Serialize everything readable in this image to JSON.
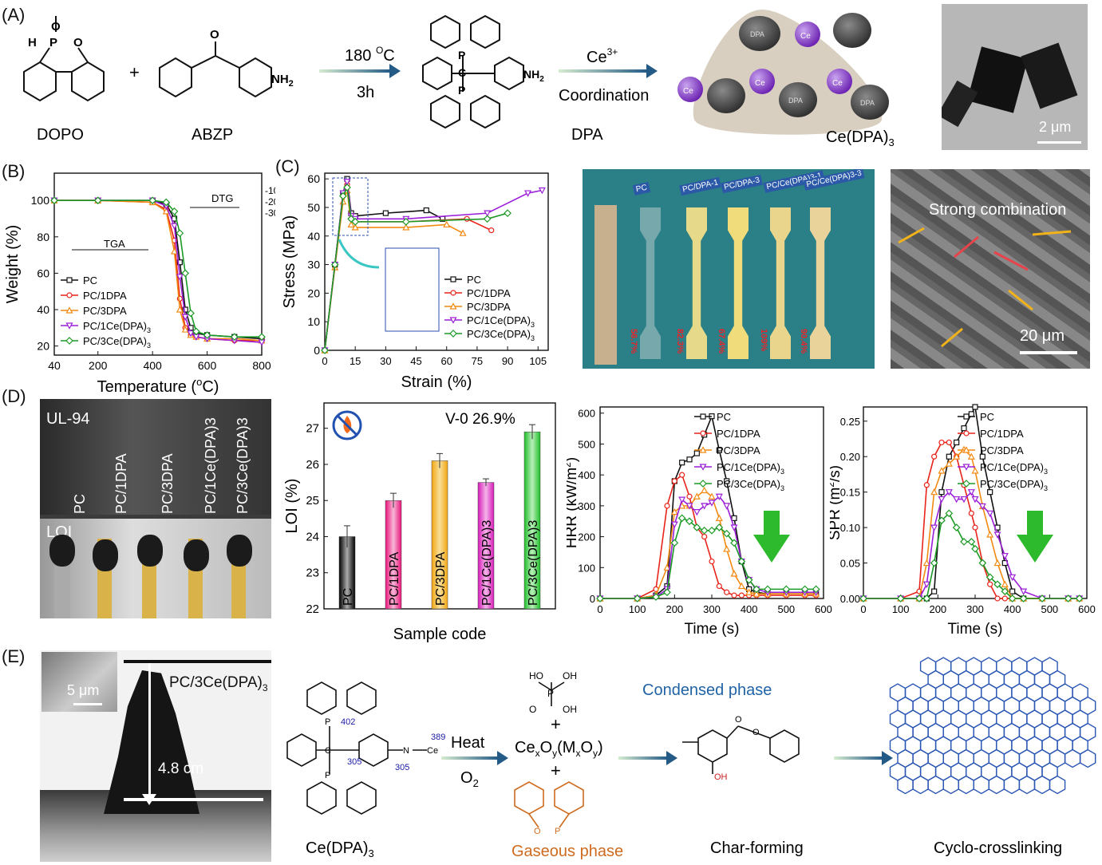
{
  "panels": {
    "A": "(A)",
    "B": "(B)",
    "C": "(C)",
    "D": "(D)",
    "E": "(E)"
  },
  "colors": {
    "PC": "#111111",
    "1DPA": "#e8231a",
    "3DPA": "#f28a12",
    "1Ce": "#9b1fd8",
    "3Ce": "#1c9a26"
  },
  "panelA": {
    "dopo": "DOPO",
    "abzp": "ABZP",
    "dpa": "DPA",
    "cedpa": "Ce(DPA)",
    "cedpa_sub": "3",
    "plus": "+",
    "temp": "180 ",
    "temp_sup": "O",
    "temp_unit": "C",
    "time": "3h",
    "ce3": "Ce",
    "ce3_sup": "3+",
    "coordination": "Coordination",
    "ce_label": "Ce",
    "dpa_label": "DPA",
    "nh2": "NH",
    "nh2_sub": "2",
    "scale": "2 μm",
    "atom_P": "P",
    "atom_O": "O",
    "atom_H": "H",
    "atom_C": "C"
  },
  "panelB": {
    "xlabel": "Temperature (",
    "xlabel_sup": "o",
    "xlabel_end": "C)",
    "ylabel": "Weight (%)",
    "tga": "TGA",
    "dtg": "DTG",
    "legend": [
      {
        "name": "PC",
        "sub": ""
      },
      {
        "name": "PC/1DPA",
        "sub": ""
      },
      {
        "name": "PC/3DPA",
        "sub": ""
      },
      {
        "name": "PC/1Ce(DPA)",
        "sub": "3"
      },
      {
        "name": "PC/3Ce(DPA)",
        "sub": "3"
      }
    ]
  },
  "panelC": {
    "xlabel": "Strain (%)",
    "ylabel": "Stress (MPa)",
    "legend": [
      {
        "name": "PC",
        "sub": ""
      },
      {
        "name": "PC/1DPA",
        "sub": ""
      },
      {
        "name": "PC/3DPA",
        "sub": ""
      },
      {
        "name": "PC/1Ce(DPA)",
        "sub": "3"
      },
      {
        "name": "PC/3Ce(DPA)",
        "sub": "3"
      }
    ],
    "tags": [
      "PC",
      "PC/DPA-1",
      "PC/DPA-3",
      "PC/Ce(DPA)3-1",
      "PC/Ce(DPA)3-3"
    ],
    "elong": [
      "56.7%",
      "82.3%",
      "67.4%",
      "109%",
      "90.4%"
    ],
    "sem_text": "Strong combination",
    "sem_scale": "20 μm"
  },
  "panelD": {
    "ul94": "UL-94",
    "loi_photo": "LOI",
    "photo_labels": [
      "PC",
      "PC/1DPA",
      "PC/3DPA",
      "PC/1Ce(DPA)3",
      "PC/3Ce(DPA)3"
    ],
    "v0": "V-0 26.9%",
    "xlabel": "Sample code",
    "ylabel": "LOI (%)",
    "hrr_xlabel": "Time (s)",
    "hrr_ylabel": "HRR (kW/m",
    "hrr_ylabel_sup": "2",
    "hrr_ylabel_end": ")",
    "spr_xlabel": "Time (s)",
    "spr_ylabel": "SPR (m",
    "spr_ylabel_sup": "2",
    "spr_ylabel_end": "/s)",
    "legend": [
      {
        "name": "PC",
        "sub": ""
      },
      {
        "name": "PC/1DPA",
        "sub": ""
      },
      {
        "name": "PC/3DPA",
        "sub": ""
      },
      {
        "name": "PC/1Ce(DPA)",
        "sub": "3"
      },
      {
        "name": "PC/3Ce(DPA)",
        "sub": "3"
      }
    ]
  },
  "panelE": {
    "sample": "PC/3Ce(DPA)",
    "sample_sub": "3",
    "height": "4.8 cm",
    "scale": "5 μm",
    "cedpa": "Ce(DPA)",
    "cedpa_sub": "3",
    "heat": "Heat",
    "o2": "O",
    "o2_sub": "2",
    "cexoy": "Ce",
    "cexoy_rest": "x",
    "cexoy_o": "O",
    "cexoy_y": "y",
    "cexoy_m": "(M",
    "cexoy_mx": "x",
    "cexoy_mo": "O",
    "cexoy_my": "y",
    "cexoy_end": ")",
    "plus": "+",
    "condensed": "Condensed phase",
    "gaseous": "Gaseous phase",
    "char": "Char-forming",
    "cyclo": "Cyclo-crosslinking",
    "bde": [
      "402",
      "389",
      "305",
      "305"
    ],
    "atom_HO": "HO",
    "atom_OH": "OH",
    "atom_O": "O",
    "atom_P": "P",
    "atom_N": "N",
    "atom_H": "H",
    "atom_Ce": "Ce",
    "atom_C": "C"
  },
  "chart_data": [
    {
      "type": "line",
      "id": "B-TGA",
      "xlabel": "Temperature (oC)",
      "ylabel": "Weight (%)",
      "xlim": [
        40,
        800
      ],
      "ylim": [
        15,
        115
      ],
      "x": [
        40,
        200,
        400,
        450,
        480,
        500,
        520,
        540,
        560,
        600,
        700,
        800
      ],
      "series": [
        {
          "name": "PC",
          "values": [
            100,
            100,
            100,
            98,
            90,
            66,
            40,
            30,
            27,
            26,
            25,
            24
          ]
        },
        {
          "name": "PC/1DPA",
          "values": [
            100,
            100,
            99,
            95,
            78,
            46,
            30,
            26,
            25,
            24,
            23,
            23
          ]
        },
        {
          "name": "PC/3DPA",
          "values": [
            100,
            100,
            99,
            94,
            72,
            40,
            29,
            26,
            25,
            24,
            24,
            23
          ]
        },
        {
          "name": "PC/1Ce(DPA)3",
          "values": [
            100,
            100,
            100,
            97,
            86,
            58,
            36,
            27,
            25,
            24,
            23,
            22
          ]
        },
        {
          "name": "PC/3Ce(DPA)3",
          "values": [
            100,
            100,
            100,
            99,
            94,
            82,
            60,
            38,
            28,
            26,
            25,
            25
          ]
        }
      ]
    },
    {
      "type": "line",
      "id": "C-stress",
      "xlabel": "Strain (%)",
      "ylabel": "Stress (MPa)",
      "xlim": [
        0,
        110
      ],
      "ylim": [
        0,
        62
      ],
      "series": [
        {
          "name": "PC",
          "x": [
            0,
            5,
            9,
            11,
            13,
            15,
            30,
            50,
            58
          ],
          "values": [
            0,
            30,
            55,
            60,
            48,
            47,
            48,
            49,
            46
          ]
        },
        {
          "name": "PC/1DPA",
          "x": [
            0,
            5,
            9,
            11,
            13,
            15,
            40,
            70,
            82
          ],
          "values": [
            0,
            30,
            54,
            58,
            46,
            45,
            45,
            46,
            42
          ]
        },
        {
          "name": "PC/3DPA",
          "x": [
            0,
            5,
            9,
            11,
            13,
            15,
            40,
            60,
            68
          ],
          "values": [
            0,
            29,
            52,
            56,
            44,
            43,
            43,
            44,
            41
          ]
        },
        {
          "name": "PC/1Ce(DPA)3",
          "x": [
            0,
            5,
            9,
            11,
            13,
            15,
            40,
            80,
            100,
            107
          ],
          "values": [
            0,
            30,
            55,
            59,
            47,
            46,
            46,
            48,
            55,
            56
          ]
        },
        {
          "name": "PC/3Ce(DPA)3",
          "x": [
            0,
            5,
            9,
            11,
            13,
            15,
            40,
            80,
            90
          ],
          "values": [
            0,
            30,
            54,
            57,
            46,
            45,
            45,
            46,
            48
          ]
        }
      ]
    },
    {
      "type": "bar",
      "id": "D-LOI",
      "xlabel": "Sample code",
      "ylabel": "LOI (%)",
      "ylim": [
        22,
        27.7
      ],
      "categories": [
        "PC",
        "PC/1DPA",
        "PC/3DPA",
        "PC/1Ce(DPA)3",
        "PC/3Ce(DPA)3"
      ],
      "values": [
        24.0,
        25.0,
        26.1,
        25.5,
        26.9
      ],
      "errors": [
        0.3,
        0.2,
        0.2,
        0.1,
        0.2
      ]
    },
    {
      "type": "line",
      "id": "D-HRR",
      "xlabel": "Time (s)",
      "ylabel": "HRR (kW/m2)",
      "xlim": [
        0,
        600
      ],
      "ylim": [
        0,
        620
      ],
      "x": [
        0,
        100,
        150,
        180,
        200,
        220,
        240,
        260,
        280,
        300,
        320,
        340,
        360,
        380,
        400,
        420,
        450,
        500,
        550,
        580
      ],
      "series": [
        {
          "name": "PC",
          "values": [
            0,
            0,
            10,
            40,
            380,
            440,
            450,
            470,
            530,
            590,
            480,
            380,
            260,
            120,
            30,
            20,
            15,
            15,
            15,
            15
          ]
        },
        {
          "name": "PC/1DPA",
          "values": [
            0,
            0,
            30,
            300,
            380,
            400,
            330,
            230,
            200,
            120,
            40,
            20,
            10,
            10,
            10,
            10,
            10,
            10,
            10,
            10
          ]
        },
        {
          "name": "PC/3DPA",
          "values": [
            0,
            0,
            10,
            100,
            280,
            300,
            300,
            330,
            350,
            330,
            260,
            160,
            80,
            40,
            20,
            15,
            15,
            15,
            15,
            15
          ]
        },
        {
          "name": "PC/1Ce(DPA)3",
          "values": [
            0,
            0,
            5,
            30,
            240,
            320,
            300,
            280,
            300,
            310,
            330,
            300,
            230,
            120,
            60,
            30,
            20,
            20,
            20,
            20
          ]
        },
        {
          "name": "PC/3Ce(DPA)3",
          "values": [
            0,
            0,
            5,
            20,
            180,
            260,
            250,
            230,
            220,
            220,
            230,
            210,
            180,
            120,
            60,
            30,
            30,
            30,
            30,
            30
          ]
        }
      ]
    },
    {
      "type": "line",
      "id": "D-SPR",
      "xlabel": "Time (s)",
      "ylabel": "SPR (m2/s)",
      "xlim": [
        0,
        600
      ],
      "ylim": [
        0,
        0.27
      ],
      "x": [
        0,
        100,
        150,
        170,
        190,
        210,
        230,
        250,
        270,
        290,
        300,
        320,
        340,
        360,
        380,
        400,
        430,
        480,
        550,
        580
      ],
      "series": [
        {
          "name": "PC",
          "values": [
            0,
            0,
            0,
            0,
            0.01,
            0.15,
            0.2,
            0.22,
            0.24,
            0.26,
            0.27,
            0.2,
            0.15,
            0.1,
            0.05,
            0.01,
            0,
            0,
            0,
            0
          ]
        },
        {
          "name": "PC/1DPA",
          "values": [
            0,
            0,
            0.01,
            0.16,
            0.2,
            0.22,
            0.22,
            0.2,
            0.16,
            0.12,
            0.1,
            0.05,
            0.02,
            0,
            0,
            0,
            0,
            0,
            0,
            0
          ]
        },
        {
          "name": "PC/3DPA",
          "values": [
            0,
            0,
            0,
            0.05,
            0.15,
            0.18,
            0.19,
            0.2,
            0.21,
            0.2,
            0.18,
            0.13,
            0.09,
            0.05,
            0.02,
            0,
            0,
            0,
            0,
            0
          ]
        },
        {
          "name": "PC/1Ce(DPA)3",
          "values": [
            0,
            0,
            0,
            0.02,
            0.1,
            0.14,
            0.15,
            0.14,
            0.14,
            0.15,
            0.14,
            0.13,
            0.12,
            0.09,
            0.06,
            0.03,
            0.01,
            0,
            0,
            0
          ]
        },
        {
          "name": "PC/3Ce(DPA)3",
          "values": [
            0,
            0,
            0,
            0,
            0.05,
            0.11,
            0.12,
            0.1,
            0.08,
            0.08,
            0.07,
            0.05,
            0.03,
            0.02,
            0.01,
            0,
            0,
            0,
            0,
            0
          ]
        }
      ]
    }
  ]
}
